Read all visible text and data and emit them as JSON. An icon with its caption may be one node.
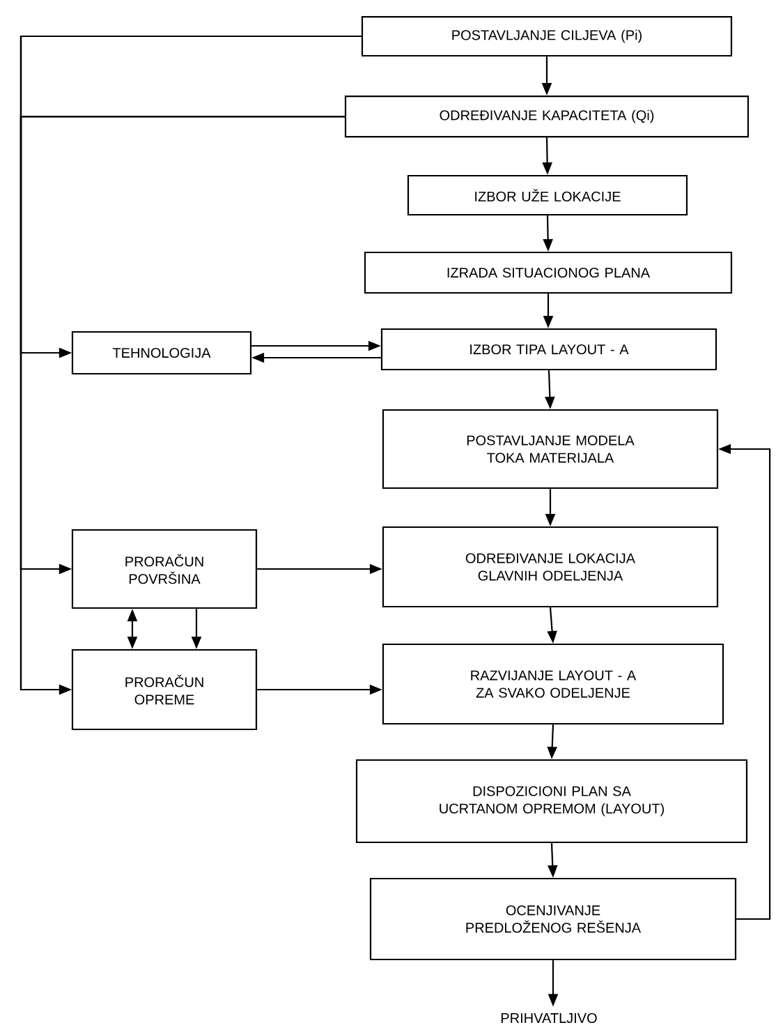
{
  "diagram": {
    "nodes": [
      {
        "text": [
          "POSTAVLJANJE CILJEVA (Pi)"
        ]
      },
      {
        "text": [
          "ODREĐIVANJE KAPACITETA (Qi)"
        ]
      },
      {
        "text": [
          "IZBOR UŽE LOKACIJE"
        ]
      },
      {
        "text": [
          "IZRADA SITUACIONOG PLANA"
        ]
      },
      {
        "text": [
          "TEHNOLOGIJA"
        ]
      },
      {
        "text": [
          "IZBOR TIPA LAYOUT - A"
        ]
      },
      {
        "text": [
          "POSTAVLJANJE MODELA TOKA MATERIJALA"
        ]
      },
      {
        "text": [
          "PRORAČUN POVRŠINA"
        ]
      },
      {
        "text": [
          "ODREĐIVANJE LOKACIJA GLAVNIH ODELJENJA"
        ]
      },
      {
        "text": [
          "PRORAČUN OPREME"
        ]
      },
      {
        "text": [
          "RAZVIJANJE LAYOUT - A ZA SVAKO ODELJENJE"
        ]
      },
      {
        "text": [
          "DISPOZICIONI PLAN SA UCRTANOM OPREMOM (LAYOUT)"
        ]
      },
      {
        "text": [
          "OCENJIVANJE PREDLOŽENOG REŠENJA"
        ]
      },
      {
        "text": [
          "PRIHVATLJIVO"
        ]
      }
    ],
    "edges": [
      {
        "from": 0,
        "to": 1,
        "arrow": "to"
      },
      {
        "from": 1,
        "to": 2,
        "arrow": "to"
      },
      {
        "from": 2,
        "to": 3,
        "arrow": "to"
      },
      {
        "from": 3,
        "to": 5,
        "arrow": "to"
      },
      {
        "from": 5,
        "to": 6,
        "arrow": "to"
      },
      {
        "from": 6,
        "to": 8,
        "arrow": "to"
      },
      {
        "from": 8,
        "to": 10,
        "arrow": "to"
      },
      {
        "from": 10,
        "to": 11,
        "arrow": "to"
      },
      {
        "from": 11,
        "to": 12,
        "arrow": "to"
      },
      {
        "from": 12,
        "to": 13,
        "arrow": "to"
      },
      {
        "from": 0,
        "to": 4,
        "arrow": "to"
      },
      {
        "from": 0,
        "to": 7,
        "arrow": "to"
      },
      {
        "from": 0,
        "to": 9,
        "arrow": "to"
      },
      {
        "from": 1,
        "to": 4,
        "arrow": "to"
      },
      {
        "from": 1,
        "to": 7,
        "arrow": "to"
      },
      {
        "from": 1,
        "to": 9,
        "arrow": "to"
      },
      {
        "from": 4,
        "to": 5,
        "arrow": "to"
      },
      {
        "from": 5,
        "to": 4,
        "arrow": "to"
      },
      {
        "from": 7,
        "to": 8,
        "arrow": "to"
      },
      {
        "from": 9,
        "to": 10,
        "arrow": "to"
      },
      {
        "from": 7,
        "to": 9,
        "arrow": "both"
      },
      {
        "from": 7,
        "to": 9,
        "arrow": "to"
      },
      {
        "from": 12,
        "to": 6,
        "arrow": "to"
      }
    ]
  }
}
